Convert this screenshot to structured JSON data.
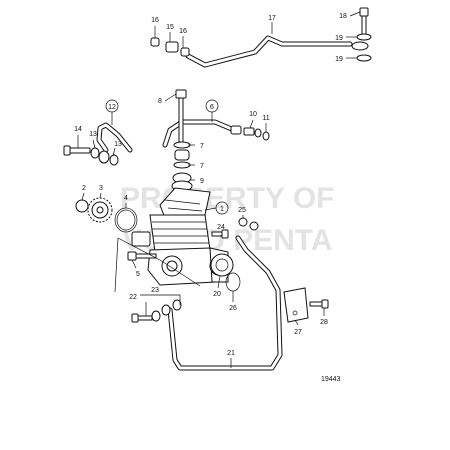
{
  "watermark": {
    "line1": "PROPERTY OF",
    "line2": "VOLVO PENTA"
  },
  "figure_number": "19443",
  "callouts": {
    "c1": "1",
    "c2": "2",
    "c3": "3",
    "c4": "4",
    "c5": "5",
    "c6": "6",
    "c7a": "7",
    "c7b": "7",
    "c8": "8",
    "c9": "9",
    "c10": "10",
    "c11": "11",
    "c12": "12",
    "c13a": "13",
    "c13b": "13",
    "c14": "14",
    "c15": "15",
    "c16a": "16",
    "c16b": "16",
    "c17": "17",
    "c18": "18",
    "c19a": "19",
    "c19b": "19",
    "c20": "20",
    "c21": "21",
    "c22": "22",
    "c23": "23",
    "c24": "24",
    "c25": "25",
    "c26": "26",
    "c27": "27",
    "c28": "28"
  }
}
